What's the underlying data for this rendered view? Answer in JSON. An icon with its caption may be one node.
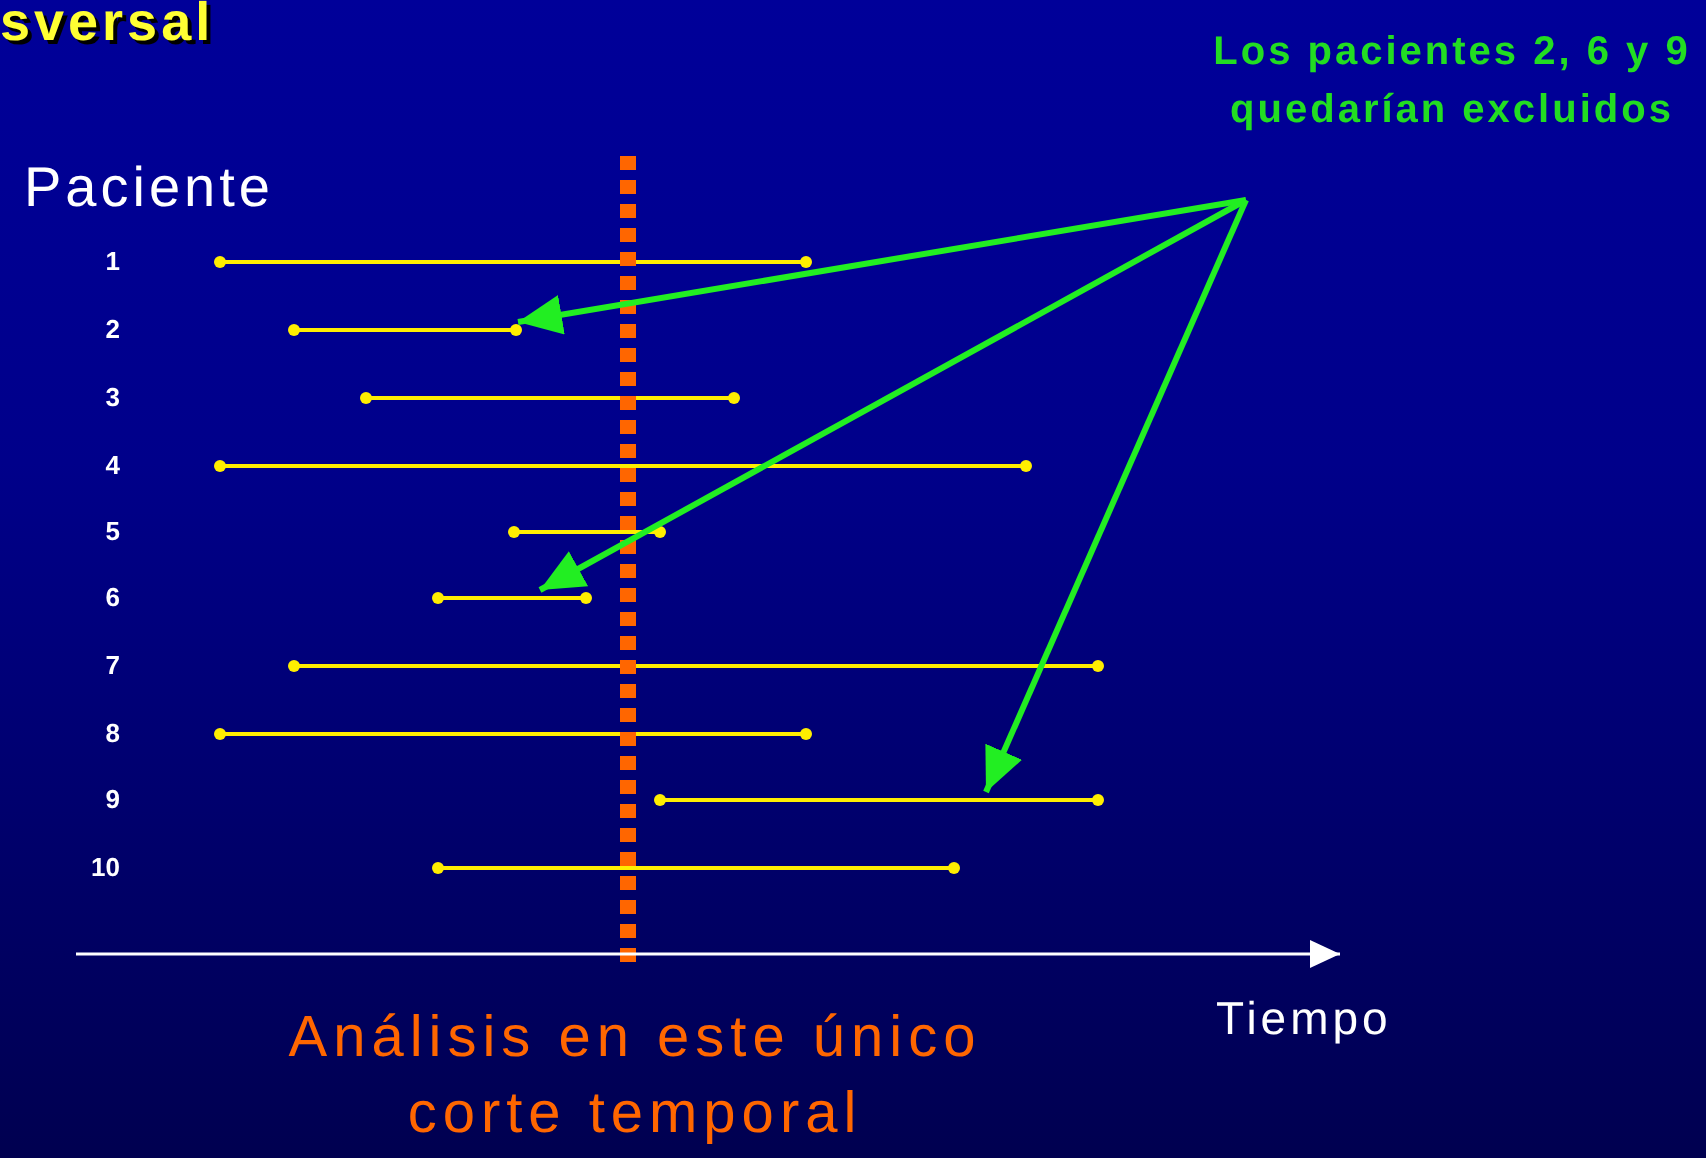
{
  "diagram": {
    "title": "sversal",
    "nodes": [
      {
        "text": [
          "Los pacientes 2, 6 y 9 quedarían excluidos"
        ]
      },
      {
        "text": [],
        "shape": "bar"
      },
      {
        "text": [],
        "shape": "bar"
      },
      {
        "text": [],
        "shape": "bar"
      }
    ],
    "edges": [
      {
        "from": 0,
        "to": 1,
        "arrow": "to"
      },
      {
        "from": 0,
        "to": 2,
        "arrow": "to"
      },
      {
        "from": 0,
        "to": 3,
        "arrow": "to"
      }
    ],
    "labels": [
      "Paciente",
      "1",
      "2",
      "3",
      "4",
      "5",
      "6",
      "7",
      "8",
      "9",
      "10",
      "Tiempo",
      "Análisis en este único corte temporal"
    ]
  }
}
